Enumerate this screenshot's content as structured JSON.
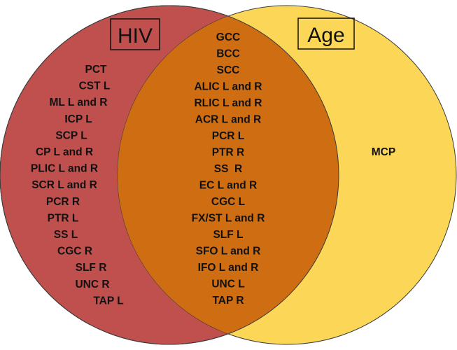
{
  "diagram": {
    "sets": [
      {
        "name": "HIV",
        "color": "#c0504d"
      },
      {
        "name": "Age",
        "color": "#fcd757"
      }
    ],
    "overlap_color": "#cf6d12",
    "hiv_only": [
      "PCT",
      "CST L",
      "ML L and R",
      "ICP L",
      "SCP L",
      "CP L and R",
      "PLIC L and R",
      "SCR L and R",
      "PCR R",
      "PTR L",
      "SS L",
      "CGC R",
      "SLF R",
      "UNC R",
      "TAP L"
    ],
    "both": [
      "GCC",
      "BCC",
      "SCC",
      "ALIC L and R",
      "RLIC L and R",
      "ACR L and R",
      "PCR L",
      "PTR R",
      "SS  R",
      "EC L and R",
      "CGC L",
      "FX/ST L and R",
      "SLF L",
      "SFO L and R",
      "IFO L and R",
      "UNC L",
      "TAP R"
    ],
    "age_only": [
      "MCP"
    ]
  }
}
